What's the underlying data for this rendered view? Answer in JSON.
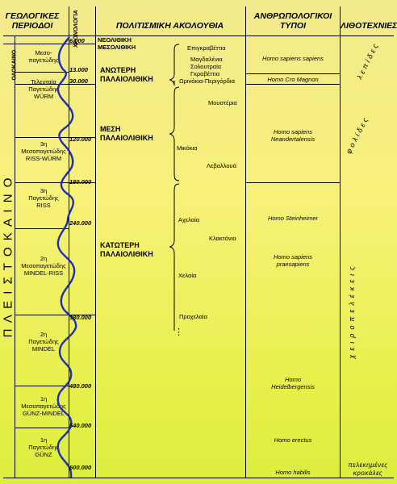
{
  "headers": {
    "geology": "ΓΕΩΛΟΓΙΚΕΣ ΠΕΡΙΟΔΟΙ",
    "chronology": "ΧΡΟΝΟΛΟΓΙΑ",
    "cultural": "ΠΟΛΙΤΙΣΜΙΚΗ ΑΚΟΛΟΥΘΙΑ",
    "anthropological": "ΑΝΘΡΩΠΟΛΟΓΙΚΟΙ ΤΥΠΟΙ",
    "lithic": "ΛΙΘΟΤΕΧΝΙΕΣ"
  },
  "epochs": {
    "holocene": "ΟΛΟΚΑΙΝΟ",
    "pleistocene": "Π Λ Ε Ι Σ Τ Ο Κ Α Ι Ν Ο"
  },
  "periods": [
    {
      "label": "Μεσο-\nπαγετώδης"
    },
    {
      "label": "Τελευταία\nΠαγετώδης\nWÜRM"
    },
    {
      "label": "3η\nΜεσοπαγετώδης\nRISS-WÜRM"
    },
    {
      "label": "3η\nΠαγετώδης\nRISS"
    },
    {
      "label": "2η\nΜεσοπαγετώδης\nMINDEL-RISS"
    },
    {
      "label": "2η\nΠαγετώδης\nMINDEL"
    },
    {
      "label": "1η\nΜεσοπαγετώδης\nGÜNZ-MINDEL"
    },
    {
      "label": "1η\nΠαγετώδης\nGÜNZ"
    }
  ],
  "dates": [
    "6.000",
    "13.000",
    "30.000",
    "120.000",
    "180.000",
    "240.000",
    "380.000",
    "480.000",
    "540.000",
    "600.000"
  ],
  "stages": {
    "neolithic": "ΝΕΟΛΙΘΙΚΗ",
    "mesolithic": "ΜΕΣΟΛΙΘΙΚΗ",
    "upper": "ΑΝΩΤΕΡΗ\nΠΑΛΑΙΟΛΙΘΙΚΗ",
    "middle": "ΜΕΣΗ\nΠΑΛΑΙΟΛΙΘΙΚΗ",
    "lower": "ΚΑΤΩΤΕΡΗ\nΠΑΛΑΙΟΛΙΘΙΚΗ"
  },
  "cultures": [
    "Επιγκραβέττια",
    "Μαγδαλένια",
    "Σολουτραία",
    "Γκραβέττια",
    "Ωρινάκια-Περιγόρδια",
    "Μουστέρια",
    "Μικόκια",
    "Λεβαλλουά",
    "Αχελαία",
    "Κλακτόνια",
    "Χελαία",
    "Προχελαία",
    "⋮"
  ],
  "humans": [
    "Homo sapiens sapiens",
    "Homo Cro Magnon",
    "Homo sapiens\nNeandertalensis",
    "Homo Steinheimer",
    "Homo sapiens\npraesapiens",
    "Homo\nHeidelbergensis",
    "Homo erectus",
    "Homo habilis"
  ],
  "lithics": {
    "blades": "λεπίδες",
    "flakes": "φολίδες",
    "handaxes": "χειροπελέκεις",
    "pebbles": "πελεκημένες\nκροκάλες"
  },
  "colors": {
    "curve": "#1e2fb8",
    "line": "#000000"
  }
}
